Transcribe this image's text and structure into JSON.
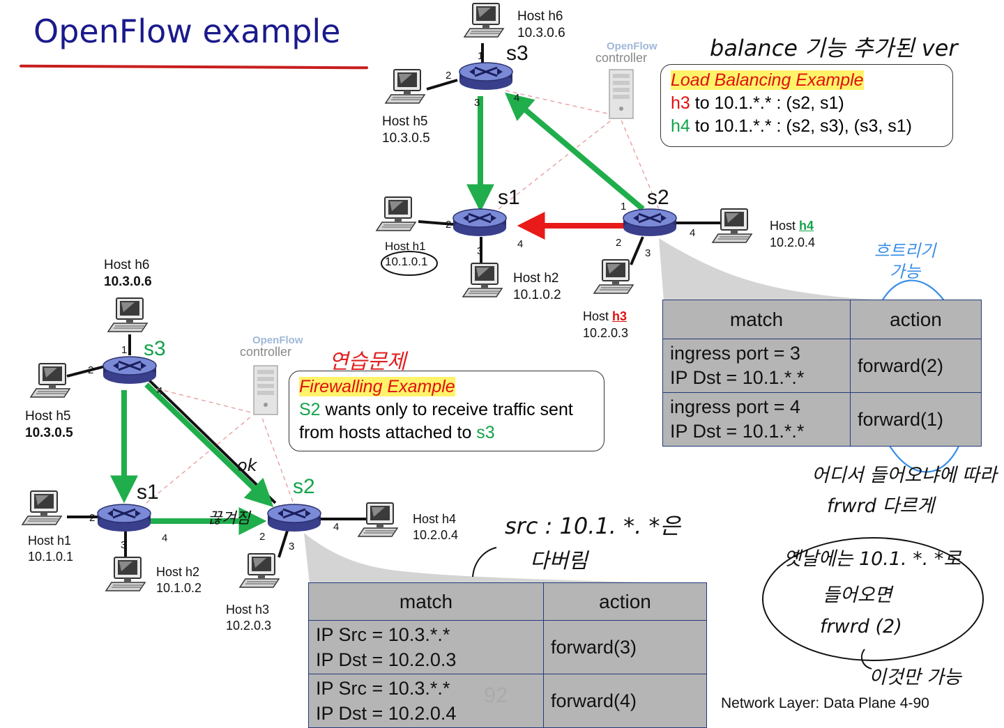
{
  "title": "OpenFlow example",
  "colors": {
    "title": "#1a1a8c",
    "title_underline": "#c81e1e",
    "path_green": "#1fae4b",
    "path_red": "#e81a1a",
    "switch_body": "#6f7fc9",
    "table_bg": "#b5b5b5",
    "table_border": "#223a7a",
    "annotation_blue": "#3a8ee6",
    "annotation_red": "#e02020"
  },
  "controller": {
    "brand": "OpenFlow",
    "label": "controller"
  },
  "lb": {
    "box_title": "Load Balancing Example",
    "line1_prefix": "h3",
    "line1_rest": " to 10.1.*.* : (s2, s1)",
    "line2_prefix": "h4",
    "line2_rest": " to 10.1.*.* : (s2, s3), (s3, s1)",
    "switches": {
      "s3": "s3",
      "s1": "s1",
      "s2": "s2"
    },
    "hosts": {
      "h6": {
        "name": "Host h6",
        "ip": "10.3.0.6"
      },
      "h5": {
        "name": "Host h5",
        "ip": "10.3.0.5"
      },
      "h1": {
        "name": "Host h1",
        "ip": "10.1.0.1"
      },
      "h2": {
        "name": "Host h2",
        "ip": "10.1.0.2"
      },
      "h3": {
        "name": "Host ",
        "bold": "h3",
        "ip": "10.2.0.3"
      },
      "h4": {
        "name": "Host ",
        "bold": "h4",
        "ip": "10.2.0.4"
      }
    },
    "table": {
      "headers": [
        "match",
        "action"
      ],
      "rows": [
        {
          "match1": "ingress port = 3",
          "match2": "IP Dst = 10.1.*.*",
          "action": "forward(2)"
        },
        {
          "match1": "ingress port = 4",
          "match2": "IP Dst = 10.1.*.*",
          "action": "forward(1)"
        }
      ]
    }
  },
  "fw": {
    "box_title": "Firewalling Example",
    "line1_prefix": "S2",
    "line1_rest": " wants only to receive traffic sent",
    "line2_text": "from hosts attached to ",
    "line2_suffix": "s3",
    "switches": {
      "s3": "s3",
      "s1": "s1",
      "s2": "s2"
    },
    "hosts": {
      "h6": {
        "name": "Host h6",
        "ip": "10.3.0.6"
      },
      "h5": {
        "name": "Host h5",
        "ip": "10.3.0.5"
      },
      "h1": {
        "name": "Host h1",
        "ip": "10.1.0.1"
      },
      "h2": {
        "name": "Host h2",
        "ip": "10.1.0.2"
      },
      "h3": {
        "name": "Host h3",
        "ip": "10.2.0.3"
      },
      "h4": {
        "name": "Host h4",
        "ip": "10.2.0.4"
      }
    },
    "table": {
      "headers": [
        "match",
        "action"
      ],
      "rows": [
        {
          "match1": "IP Src = 10.3.*.*",
          "match2": "IP Dst = 10.2.0.3",
          "action": "forward(3)"
        },
        {
          "match1": "IP Src = 10.3.*.*",
          "match2": "IP Dst = 10.2.0.4",
          "action": "forward(4)"
        }
      ]
    }
  },
  "handwritten": {
    "balance_note": "balance 기능 추가된 ver",
    "possible_flow": "흐트리기 가능",
    "practice": "연습문제",
    "ok": "ok",
    "blocked": "끊겨짐",
    "src_note_1": "src : 10.1. *. *은",
    "src_note_2": "다버림",
    "where_from_1": "어디서 들어오냐에 따라",
    "where_from_2": "frwrd 다르게",
    "old_1": "옛날에는 10.1. *. *로",
    "old_2": "들어오면",
    "old_3": "frwrd (2)",
    "old_4": "이것만 가능"
  },
  "footer": "Network Layer: Data Plane  4-90",
  "page_number": "92"
}
